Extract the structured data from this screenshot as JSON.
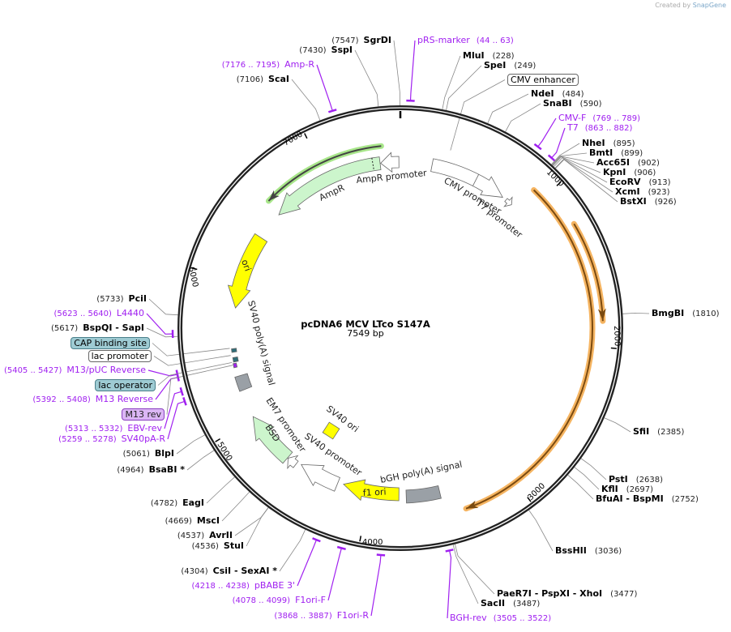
{
  "credit": {
    "prefix": "Created by",
    "brand": "SnapGene"
  },
  "plasmid": {
    "name": "pcDNA6 MCV LTco S147A",
    "length": "7549 bp"
  },
  "ticks": [
    "1000",
    "2000",
    "3000",
    "4000",
    "5000",
    "6000",
    "7000"
  ],
  "sites": [
    {
      "name": "SgrDI",
      "bp": "7547"
    },
    {
      "name": "SspI",
      "bp": "7430"
    },
    {
      "name": "ScaI",
      "bp": "7106"
    },
    {
      "name": "MluI",
      "bp": "228"
    },
    {
      "name": "SpeI",
      "bp": "249"
    },
    {
      "name": "NdeI",
      "bp": "484"
    },
    {
      "name": "SnaBI",
      "bp": "590"
    },
    {
      "name": "NheI",
      "bp": "895"
    },
    {
      "name": "BmtI",
      "bp": "899"
    },
    {
      "name": "Acc65I",
      "bp": "902"
    },
    {
      "name": "KpnI",
      "bp": "906"
    },
    {
      "name": "EcoRV",
      "bp": "913"
    },
    {
      "name": "XcmI",
      "bp": "923"
    },
    {
      "name": "BstXI",
      "bp": "926"
    },
    {
      "name": "BmgBI",
      "bp": "1810"
    },
    {
      "name": "SfiI",
      "bp": "2385"
    },
    {
      "name": "PstI",
      "bp": "2638"
    },
    {
      "name": "KflI",
      "bp": "2697"
    },
    {
      "name": "BfuAI  - BspMI",
      "bp": "2752"
    },
    {
      "name": "BssHII",
      "bp": "3036"
    },
    {
      "name": "PaeR7I  - PspXI  - XhoI",
      "bp": "3477"
    },
    {
      "name": "SacII",
      "bp": "3487"
    },
    {
      "name": "CsiI  - SexAI *",
      "bp": "4304"
    },
    {
      "name": "StuI",
      "bp": "4536"
    },
    {
      "name": "AvrII",
      "bp": "4537"
    },
    {
      "name": "MscI",
      "bp": "4669"
    },
    {
      "name": "EagI",
      "bp": "4782"
    },
    {
      "name": "BsaBI *",
      "bp": "4964"
    },
    {
      "name": "BlpI",
      "bp": "5061"
    },
    {
      "name": "BspQI  - SapI",
      "bp": "5617"
    },
    {
      "name": "PciI",
      "bp": "5733"
    }
  ],
  "primers": [
    {
      "name": "pRS-marker",
      "range": "44 .. 63"
    },
    {
      "name": "Amp-R",
      "range": "7176 .. 7195"
    },
    {
      "name": "CMV-F",
      "range": "769 .. 789"
    },
    {
      "name": "T7",
      "range": "863 .. 882"
    },
    {
      "name": "BGH-rev",
      "range": "3505 .. 3522"
    },
    {
      "name": "F1ori-R",
      "range": "3868 .. 3887"
    },
    {
      "name": "F1ori-F",
      "range": "4078 .. 4099"
    },
    {
      "name": "pBABE 3'",
      "range": "4218 .. 4238"
    },
    {
      "name": "SV40pA-R",
      "range": "5259 .. 5278"
    },
    {
      "name": "EBV-rev",
      "range": "5313 .. 5332"
    },
    {
      "name": "M13 Reverse",
      "range": "5392 .. 5408"
    },
    {
      "name": "M13/pUC Reverse",
      "range": "5405 .. 5427"
    },
    {
      "name": "L4440",
      "range": "5623 .. 5640"
    }
  ],
  "boxed_features": [
    "CMV enhancer",
    "CAP binding site",
    "lac promoter",
    "lac operator",
    "M13 rev"
  ],
  "features": {
    "ampr_promoter": "AmpR promoter",
    "ampr": "AmpR",
    "cmv_promoter": "CMV promoter",
    "t7_promoter": "T7 promoter",
    "ori": "ori",
    "sv40_polya": "SV40 poly(A) signal",
    "em7_promoter": "EM7 promoter",
    "bsd": "BSD",
    "sv40_promoter": "SV40 promoter",
    "sv40_ori": "SV40 ori",
    "bgh_polya": "bGH poly(A) signal",
    "f1_ori": "f1 ori"
  },
  "colors": {
    "primer": "#a020f0",
    "orf": "#ccf5cc",
    "ori": "#ffff00",
    "terminator": "#9aa0a6",
    "highlight": "#f5b461",
    "teal": "#9ecbd3"
  }
}
